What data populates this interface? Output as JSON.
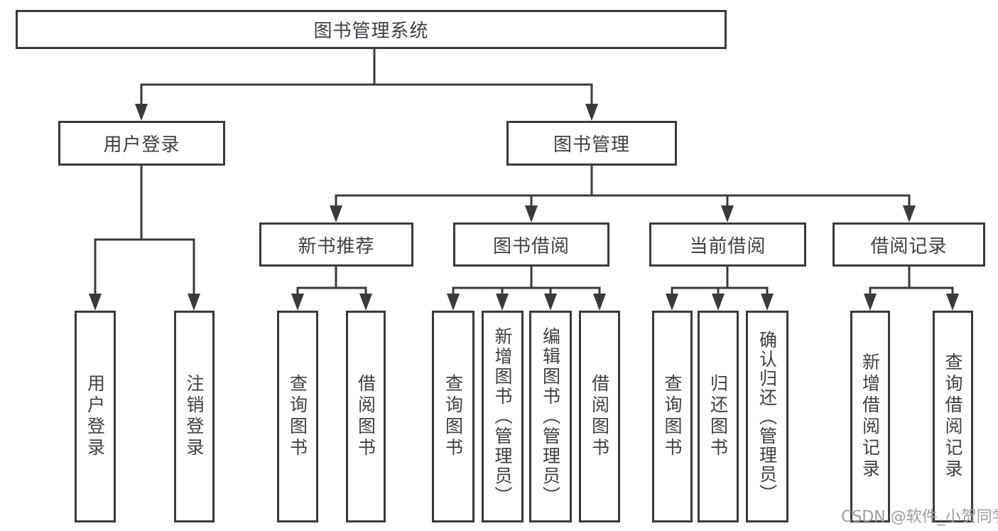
{
  "diagram": {
    "root": {
      "label": "图书管理系统"
    },
    "modules": [
      {
        "label": "用户登录",
        "children": [
          {
            "label": "用户登录"
          },
          {
            "label": "注销登录"
          }
        ]
      },
      {
        "label": "图书管理",
        "children": [
          {
            "label": "新书推荐",
            "children": [
              {
                "label": "查询图书"
              },
              {
                "label": "借阅图书"
              }
            ]
          },
          {
            "label": "图书借阅",
            "children": [
              {
                "label": "查询图书"
              },
              {
                "label": "新增图书（管理员）"
              },
              {
                "label": "编辑图书（管理员）"
              },
              {
                "label": "借阅图书"
              }
            ]
          },
          {
            "label": "当前借阅",
            "children": [
              {
                "label": "查询图书"
              },
              {
                "label": "归还图书"
              },
              {
                "label": "确认归还（管理员）"
              }
            ]
          },
          {
            "label": "借阅记录",
            "children": [
              {
                "label": "新增借阅记录"
              },
              {
                "label": "查询借阅记录"
              }
            ]
          }
        ]
      }
    ]
  },
  "watermark": {
    "text": "CSDN @软件_小贺同学"
  },
  "colors": {
    "line": "#3a3a3a",
    "text": "#3f3f44",
    "watermark": "#9d9da1",
    "background": "#ffffff"
  }
}
